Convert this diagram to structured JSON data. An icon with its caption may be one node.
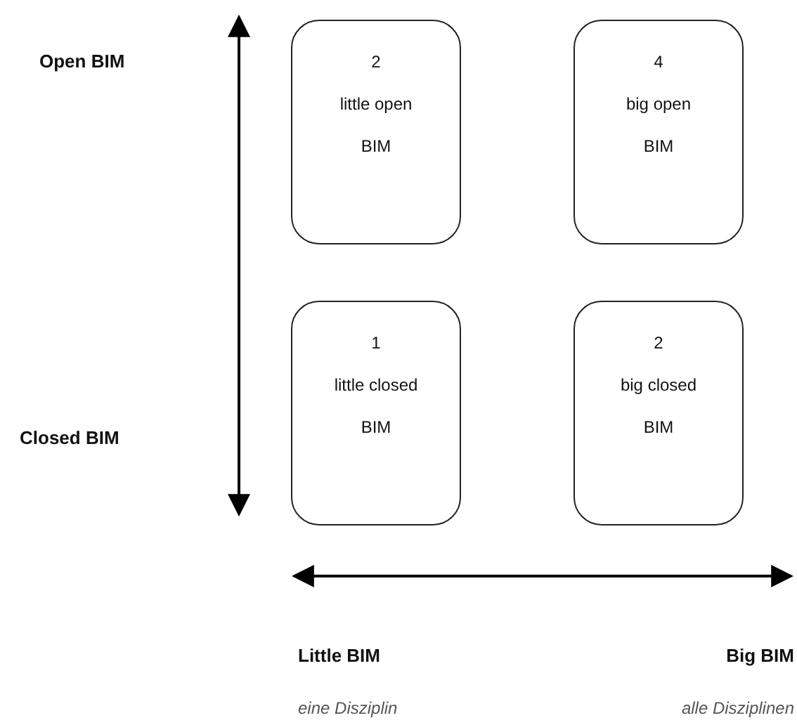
{
  "diagram": {
    "nodes": [
      {
        "text": [
          "2",
          "little open BIM"
        ]
      },
      {
        "text": [
          "4",
          "big open BIM"
        ]
      },
      {
        "text": [
          "1",
          "little closed BIM"
        ]
      },
      {
        "text": [
          "2",
          "big closed BIM"
        ]
      }
    ],
    "labels": [
      "Open BIM",
      "Closed BIM",
      "Little BIM",
      "Big BIM",
      "eine Disziplin",
      "alle Disziplinen"
    ]
  }
}
